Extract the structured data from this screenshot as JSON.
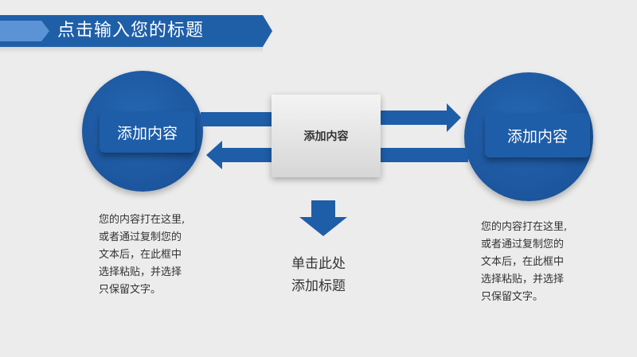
{
  "header": {
    "title": "点击输入您的标题"
  },
  "left": {
    "circle_label": "添加内容",
    "paragraph": "您的内容打在这里,\n或者通过复制您的\n文本后，在此框中\n选择粘贴，并选择\n只保留文字。"
  },
  "center": {
    "box_label": "添加内容",
    "title": "单击此处\n添加标题"
  },
  "right": {
    "circle_label": "添加内容",
    "paragraph": "您的内容打在这里,\n或者通过复制您的\n文本后，在此框中\n选择粘贴，并选择\n只保留文字。"
  },
  "colors": {
    "primary_blue": "#1e5da8",
    "light_blue": "#5b93d6",
    "background": "#ececec"
  }
}
